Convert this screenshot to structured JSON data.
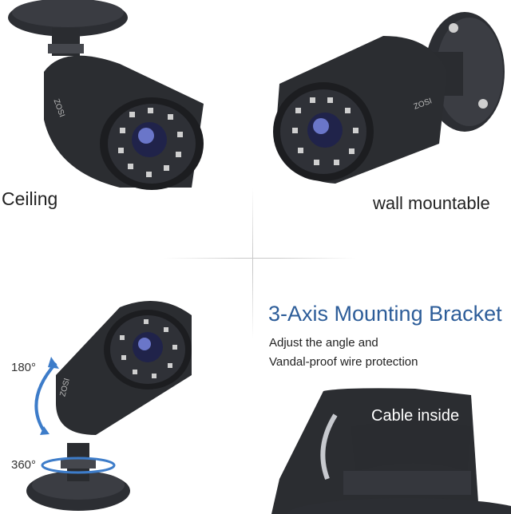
{
  "labels": {
    "ceiling": "Ceiling",
    "wall_mountable": "wall mountable",
    "heading": "3-Axis Mounting Bracket",
    "line1": "Adjust the angle and",
    "line2": "Vandal-proof  wire protection",
    "angle_180": "180°",
    "angle_360": "360°",
    "cable_inside": "Cable inside",
    "brand": "ZOSI"
  },
  "colors": {
    "heading": "#2d5d99",
    "camera_body": "#2b2d31",
    "arrow": "#3d7cc9"
  }
}
